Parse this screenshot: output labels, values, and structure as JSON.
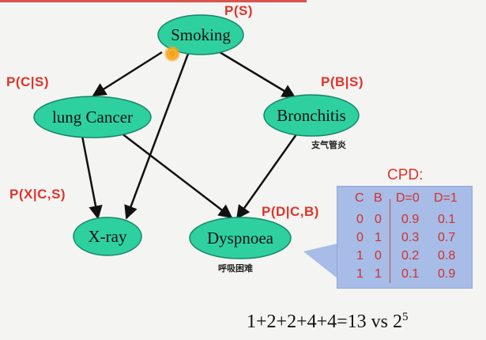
{
  "nodes": {
    "smoking": "Smoking",
    "lung_cancer": "lung Cancer",
    "bronchitis": "Bronchitis",
    "xray": "X-ray",
    "dyspnoea": "Dyspnoea"
  },
  "cpd_labels": {
    "smoking": "P(S)",
    "lung_cancer": "P(C|S)",
    "bronchitis": "P(B|S)",
    "xray": "P(X|C,S)",
    "dyspnoea": "P(D|C,B)"
  },
  "chinese_notes": {
    "bronchitis": "支气管炎",
    "dyspnoea": "呼吸困难"
  },
  "cpd_table": {
    "title": "CPD:",
    "headers": [
      "C",
      "B",
      "D=0",
      "D=1"
    ],
    "rows": [
      [
        "0",
        "0",
        "0.9",
        "0.1"
      ],
      [
        "0",
        "1",
        "0.3",
        "0.7"
      ],
      [
        "1",
        "0",
        "0.2",
        "0.8"
      ],
      [
        "1",
        "1",
        "0.1",
        "0.9"
      ]
    ]
  },
  "formula": {
    "text": "1+2+2+4+4=13 vs 2",
    "exponent": "5"
  },
  "colors": {
    "node_fill": "#2ed0a0",
    "label_red": "#e0332b",
    "table_bg": "#a7bce6",
    "pointer_dot": "#f5a623"
  }
}
